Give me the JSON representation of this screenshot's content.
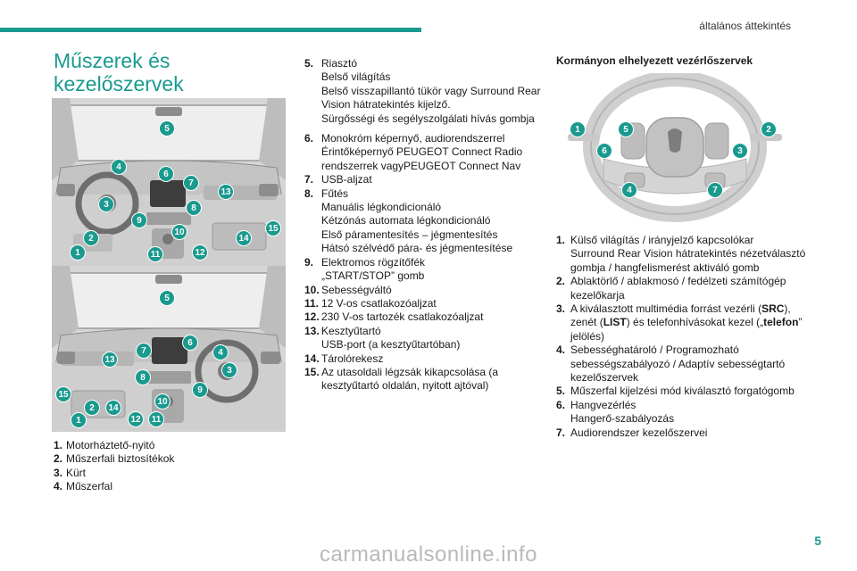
{
  "header": {
    "section": "általános áttekintés"
  },
  "colors": {
    "accent": "#1a9a8f",
    "watermark": "#b9b9b9"
  },
  "title": "Műszerek és kezelőszervek",
  "figure_top_badges": [
    "5",
    "4",
    "6",
    "7",
    "13",
    "3",
    "8",
    "9",
    "10",
    "2",
    "14",
    "15",
    "1",
    "11",
    "12"
  ],
  "figure_bottom_badges": [
    "5",
    "6",
    "7",
    "4",
    "13",
    "3",
    "8",
    "9",
    "15",
    "10",
    "2",
    "14",
    "1",
    "12",
    "11"
  ],
  "left_list": [
    {
      "num": "1.",
      "lines": [
        "Motorháztető-nyitó"
      ]
    },
    {
      "num": "2.",
      "lines": [
        "Műszerfali biztosítékok"
      ]
    },
    {
      "num": "3.",
      "lines": [
        "Kürt"
      ]
    },
    {
      "num": "4.",
      "lines": [
        "Műszerfal"
      ]
    }
  ],
  "middle_list": [
    {
      "num": "5.",
      "lines": [
        "Riasztó",
        "Belső világítás",
        "Belső visszapillantó tükör vagy Surround Rear Vision hátratekintés kijelző.",
        "Sürgősségi és segélyszolgálati hívás gombja"
      ]
    },
    {
      "num": "6.",
      "lines": [
        "Monokróm képernyő, audiorendszerrel",
        "Érintőképernyő PEUGEOT Connect Radio rendszerrek vagyPEUGEOT Connect Nav"
      ]
    },
    {
      "num": "7.",
      "lines": [
        "USB-aljzat"
      ]
    },
    {
      "num": "8.",
      "lines": [
        "Fűtés",
        "Manuális légkondicionáló",
        "Kétzónás automata légkondicionáló",
        "Első páramentesítés – jégmentesítés",
        "Hátsó szélvédő pára- és jégmentesítése"
      ]
    },
    {
      "num": "9.",
      "lines": [
        "Elektromos rögzítőfék",
        "„START/STOP” gomb"
      ]
    },
    {
      "num": "10.",
      "lines": [
        "Sebességváltó"
      ]
    },
    {
      "num": "11.",
      "lines": [
        "12 V-os csatlakozóaljzat"
      ]
    },
    {
      "num": "12.",
      "lines": [
        "230 V-os tartozék csatlakozóaljzat"
      ]
    },
    {
      "num": "13.",
      "lines": [
        "Kesztyűtartó",
        "USB-port (a kesztyűtartóban)"
      ]
    },
    {
      "num": "14.",
      "lines": [
        "Tárolórekesz"
      ]
    },
    {
      "num": "15.",
      "lines": [
        "Az utasoldali légzsák kikapcsolása (a kesztyűtartó oldalán, nyitott ajtóval)"
      ]
    }
  ],
  "wheel_heading": "Kormányon elhelyezett vezérlőszervek",
  "wheel_badges": [
    "1",
    "5",
    "6",
    "2",
    "3",
    "4",
    "7"
  ],
  "right_list": [
    {
      "num": "1.",
      "lines": [
        "Külső világítás / irányjelző kapcsolókar",
        "Surround Rear Vision hátratekintés nézetválasztó gombja / hangfelismerést aktiváló gomb"
      ]
    },
    {
      "num": "2.",
      "lines": [
        "Ablaktörlő / ablakmosó / fedélzeti számítógép kezelőkarja"
      ]
    },
    {
      "num": "3.",
      "pre": "A kiválasztott multimédia forrást vezérli (",
      "b1": "SRC",
      "mid1": "), zenét (",
      "b2": "LIST",
      "mid2": ") és telefonhívásokat kezel („",
      "b3": "telefon",
      "post": "” jelölés)"
    },
    {
      "num": "4.",
      "lines": [
        "Sebességhatároló / Programozható sebességszabályozó / Adaptív sebességtartó kezelőszervek"
      ]
    },
    {
      "num": "5.",
      "lines": [
        "Műszerfal kijelzési mód kiválasztó forgatógomb"
      ]
    },
    {
      "num": "6.",
      "lines": [
        "Hangvezérlés",
        "Hangerő-szabályozás"
      ]
    },
    {
      "num": "7.",
      "lines": [
        "Audiorendszer kezelőszervei"
      ]
    }
  ],
  "page_number": "5",
  "watermark": "carmanualsonline.info"
}
